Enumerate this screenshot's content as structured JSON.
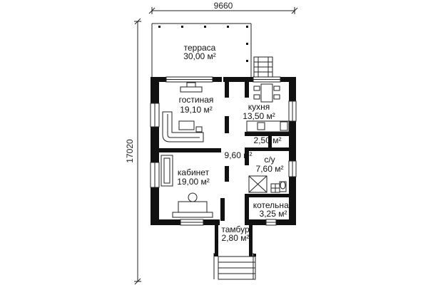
{
  "dimensions": {
    "width": "9660",
    "height": "17020"
  },
  "rooms": {
    "terrace": {
      "name": "терраса",
      "area": "30,00 м²"
    },
    "living": {
      "name": "гостиная",
      "area": "19,10 м²"
    },
    "kitchen": {
      "name": "кухня",
      "area": "13,50 м²"
    },
    "storage": {
      "area": "2,50 м²"
    },
    "hall": {
      "area": "9,60 м²"
    },
    "bathroom": {
      "name": "с/у",
      "area": "7,60 м²"
    },
    "office": {
      "name": "кабинет",
      "area": "19,00 м²"
    },
    "boiler": {
      "name": "котельная",
      "area": "3,25 м²"
    },
    "vestibule": {
      "name": "тамбур",
      "area": "2,80 м²"
    }
  }
}
